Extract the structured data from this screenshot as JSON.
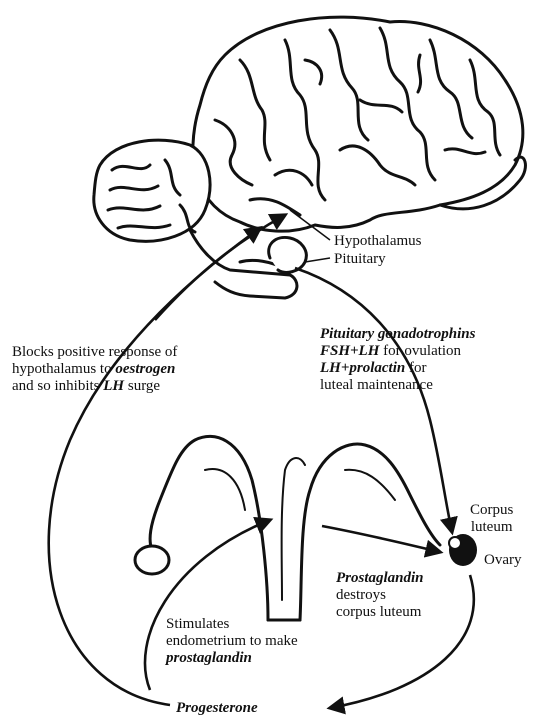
{
  "labels": {
    "hypothalamus": "Hypothalamus",
    "pituitary": "Pituitary",
    "blocks": {
      "line1": "Blocks positive response of",
      "line2_a": "hypothalamus to ",
      "line2_b": "oestrogen",
      "line3_a": "and so inhibits ",
      "line3_b": "LH",
      "line3_c": " surge"
    },
    "gonadotrophins": {
      "line1": "Pituitary gonadotrophins",
      "line2_a": "FSH+LH",
      "line2_b": " for ovulation",
      "line3_a": "LH+",
      "line3_b": "prolactin",
      "line3_c": " for",
      "line4": "luteal maintenance"
    },
    "corpus_luteum": {
      "line1": "Corpus",
      "line2": "luteum"
    },
    "ovary": "Ovary",
    "prostaglandin": {
      "line1": "Prostaglandin",
      "line2": "destroys",
      "line3": "corpus luteum"
    },
    "stimulates": {
      "line1": "Stimulates",
      "line2": "endometrium to make",
      "line3": "prostaglandin"
    },
    "progesterone": "Progesterone"
  },
  "colors": {
    "ink": "#111111",
    "paper": "#ffffff"
  }
}
